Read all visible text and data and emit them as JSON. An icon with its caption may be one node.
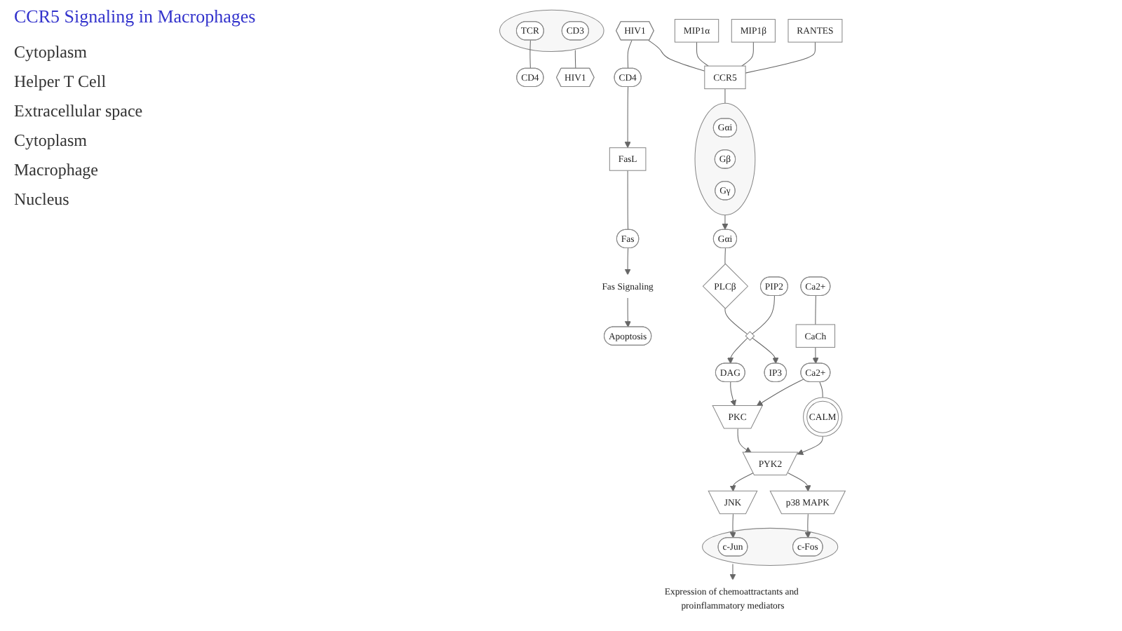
{
  "diagram": {
    "title": "CCR5 Signaling in Macrophages",
    "nodes": [
      {
        "text": [
          "Apoptosis"
        ]
      },
      {
        "text": [
          "Fas Signaling"
        ]
      },
      {
        "text": [],
        "shape": "circle"
      },
      {
        "text": [
          "CD3"
        ],
        "in": 2
      },
      {
        "text": [
          "TCR"
        ],
        "in": 2
      },
      {
        "text": [
          "CD4"
        ]
      },
      {
        "text": [
          "HIV1"
        ]
      },
      {
        "text": [
          "Fas"
        ]
      },
      {
        "text": [
          "FasL"
        ]
      },
      {
        "text": [
          "HIV1"
        ]
      },
      {
        "text": [
          "MIP1α"
        ]
      },
      {
        "text": [
          "MIP1β"
        ]
      },
      {
        "text": [
          "RANTES"
        ]
      },
      {
        "text": [
          "CD4"
        ]
      },
      {
        "text": [
          "CCR5"
        ]
      },
      {
        "text": [],
        "shape": "circle"
      },
      {
        "text": [
          "Gαi"
        ],
        "in": 15
      },
      {
        "text": [
          "Gβ"
        ],
        "in": 15
      },
      {
        "text": [
          "Gγ"
        ],
        "in": 15
      },
      {
        "text": [
          "Gαi"
        ]
      },
      {
        "text": [
          "PLCβ"
        ]
      },
      {
        "text": [
          "PIP2"
        ]
      },
      {
        "text": [],
        "shape": "diamond"
      },
      {
        "text": [
          "DAG"
        ]
      },
      {
        "text": [
          "IP3"
        ]
      },
      {
        "text": [
          "Ca2+"
        ]
      },
      {
        "text": [
          "CaCh"
        ]
      },
      {
        "text": [
          "PKC"
        ]
      },
      {
        "text": [
          "Ca2+"
        ]
      },
      {
        "text": [
          "PYK2"
        ]
      },
      {
        "text": [
          "CALM"
        ]
      },
      {
        "text": [
          "JNK"
        ]
      },
      {
        "text": [
          "p38 MAPK"
        ]
      },
      {
        "text": [],
        "shape": "circle"
      },
      {
        "text": [
          "c-Jun"
        ],
        "in": 33
      },
      {
        "text": [
          "c-Fos"
        ],
        "in": 33
      },
      {
        "text": [
          "Expression of chemoattractants and proinflammatory mediators"
        ]
      }
    ],
    "edges": [
      {
        "from": 7,
        "to": 1,
        "arrow": "to"
      },
      {
        "from": 1,
        "to": 0,
        "arrow": "to"
      },
      {
        "from": 4,
        "to": 5,
        "arrow": "none"
      },
      {
        "from": 2,
        "to": 6,
        "arrow": "none"
      },
      {
        "from": 8,
        "to": 7,
        "arrow": "none"
      },
      {
        "from": 9,
        "to": 13,
        "arrow": "none"
      },
      {
        "from": 9,
        "to": 14,
        "arrow": "none"
      },
      {
        "from": 10,
        "to": 14,
        "arrow": "none"
      },
      {
        "from": 11,
        "to": 14,
        "arrow": "none"
      },
      {
        "from": 12,
        "to": 14,
        "arrow": "none"
      },
      {
        "from": 13,
        "to": 8,
        "arrow": "to"
      },
      {
        "from": 14,
        "to": 15,
        "arrow": "none"
      },
      {
        "from": 15,
        "to": 19,
        "arrow": "to"
      },
      {
        "from": 19,
        "to": 20,
        "arrow": "none"
      },
      {
        "from": 20,
        "to": 22,
        "arrow": "none"
      },
      {
        "from": 21,
        "to": 22,
        "arrow": "none"
      },
      {
        "from": 22,
        "to": 23,
        "arrow": "to"
      },
      {
        "from": 22,
        "to": 24,
        "arrow": "to"
      },
      {
        "from": 23,
        "to": 27,
        "arrow": "to"
      },
      {
        "from": 25,
        "to": 26,
        "arrow": "none"
      },
      {
        "from": 26,
        "to": 28,
        "arrow": "to"
      },
      {
        "from": 28,
        "to": 27,
        "arrow": "to"
      },
      {
        "from": 28,
        "to": 30,
        "arrow": "none"
      },
      {
        "from": 27,
        "to": 29,
        "arrow": "to"
      },
      {
        "from": 30,
        "to": 29,
        "arrow": "to"
      },
      {
        "from": 29,
        "to": 31,
        "arrow": "to"
      },
      {
        "from": 29,
        "to": 32,
        "arrow": "to"
      },
      {
        "from": 31,
        "to": 34,
        "arrow": "to"
      },
      {
        "from": 32,
        "to": 35,
        "arrow": "to"
      },
      {
        "from": 33,
        "to": 36,
        "arrow": "to"
      }
    ],
    "labels": [
      "Cytoplasm",
      "Helper T Cell",
      "Extracellular space",
      "Cytoplasm",
      "Macrophage",
      "Nucleus"
    ]
  }
}
